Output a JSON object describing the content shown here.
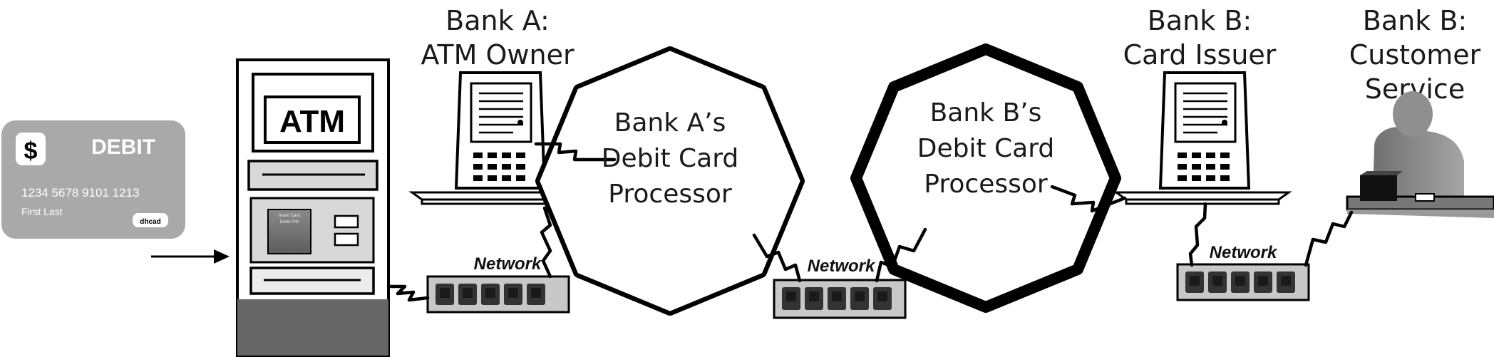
{
  "colors": {
    "ink": "#000000",
    "card_gray": "#a9a9a9",
    "device_gray": "#d9d9d9",
    "dark_gray": "#555555"
  },
  "labels": {
    "bank_a_owner": [
      "Bank A:",
      "ATM Owner"
    ],
    "bank_b_issuer": [
      "Bank B:",
      "Card Issuer"
    ],
    "bank_b_service": [
      "Bank B:",
      "Customer",
      "Service"
    ],
    "processor_a": [
      "Bank A’s",
      "Debit Card",
      "Processor"
    ],
    "processor_b": [
      "Bank B’s",
      "Debit Card",
      "Processor"
    ],
    "network": "Network"
  },
  "debit_card": {
    "currency_symbol": "$",
    "title": "DEBIT",
    "number": "1234 5678 9101 1213",
    "name": "First Last",
    "badge": "dhcad"
  },
  "atm": {
    "sign": "ATM",
    "screen_lines": [
      "Insert Card",
      "Enter PIN"
    ]
  }
}
